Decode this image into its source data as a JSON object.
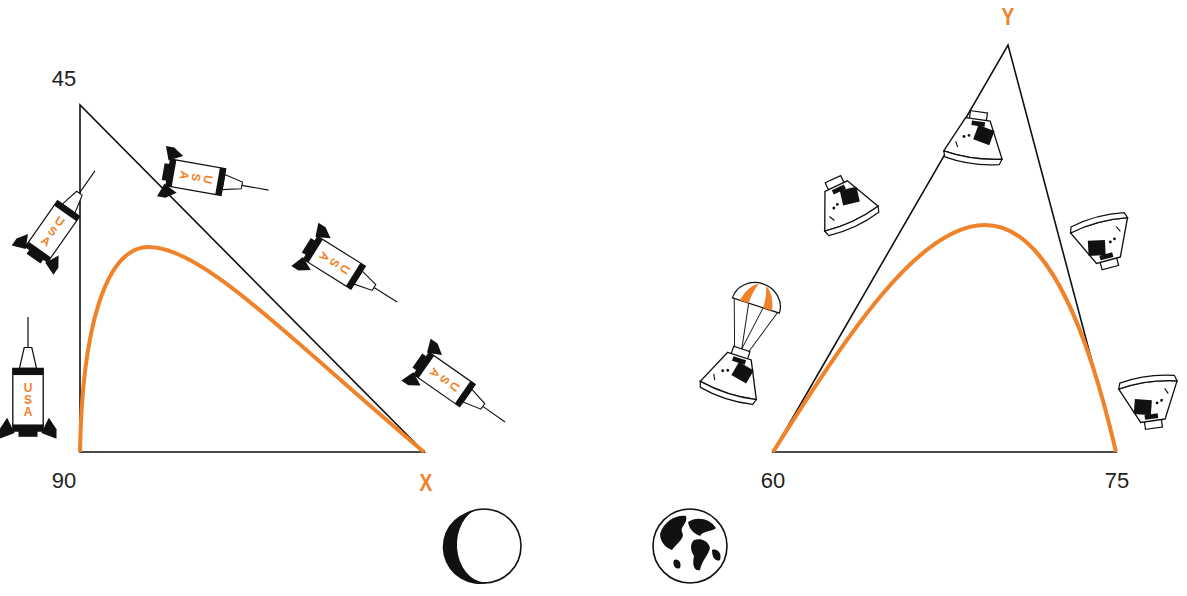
{
  "diagram": {
    "labels": [
      "45",
      "USA",
      "USA",
      "USA",
      "USA",
      "USA",
      "90",
      "X",
      "Y",
      "60",
      "75"
    ]
  }
}
